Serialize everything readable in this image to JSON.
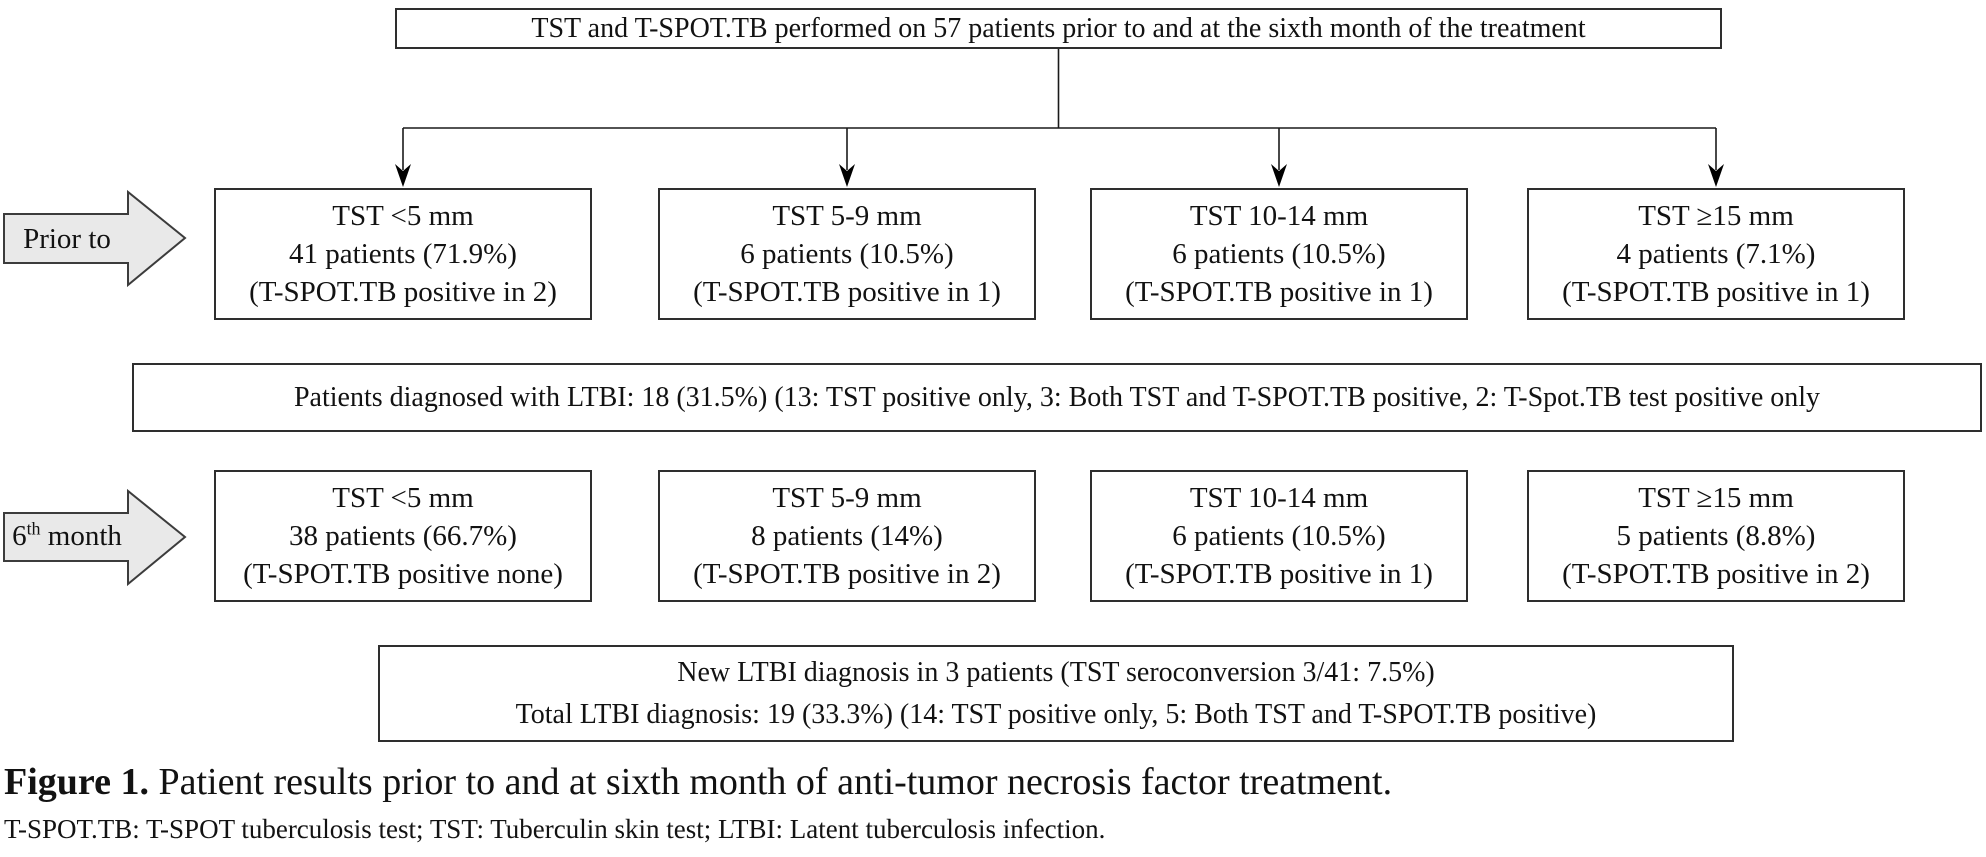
{
  "figure": {
    "top_box": "TST and T-SPOT.TB performed on 57 patients prior to and at the sixth month of the treatment",
    "side_arrows": {
      "prior": {
        "label": "Prior to"
      },
      "sixth": {
        "prefix": "6",
        "sup": "th",
        "rest": " month"
      }
    },
    "prior_row": {
      "boxes": [
        {
          "l1": "TST <5 mm",
          "l2": "41 patients (71.9%)",
          "l3": "(T-SPOT.TB positive in 2)"
        },
        {
          "l1": "TST 5-9 mm",
          "l2": "6 patients (10.5%)",
          "l3": "(T-SPOT.TB positive in 1)"
        },
        {
          "l1": "TST 10-14 mm",
          "l2": "6 patients (10.5%)",
          "l3": "(T-SPOT.TB positive in 1)"
        },
        {
          "l1": "TST ≥15 mm",
          "l2": "4 patients (7.1%)",
          "l3": "(T-SPOT.TB positive in 1)"
        }
      ]
    },
    "ltbi_bar": "Patients diagnosed with LTBI: 18 (31.5%) (13: TST positive only, 3: Both TST and T-SPOT.TB positive, 2: T-Spot.TB test positive only",
    "sixth_row": {
      "boxes": [
        {
          "l1": "TST <5 mm",
          "l2": "38 patients (66.7%)",
          "l3": "(T-SPOT.TB positive none)"
        },
        {
          "l1": "TST 5-9 mm",
          "l2": "8 patients (14%)",
          "l3": "(T-SPOT.TB positive in 2)"
        },
        {
          "l1": "TST 10-14 mm",
          "l2": "6 patients (10.5%)",
          "l3": "(T-SPOT.TB positive in 1)"
        },
        {
          "l1": "TST ≥15 mm",
          "l2": "5 patients (8.8%)",
          "l3": "(T-SPOT.TB positive in 2)"
        }
      ]
    },
    "summary_box": {
      "line1": "New LTBI diagnosis in 3 patients (TST seroconversion 3/41: 7.5%)",
      "line2": "Total LTBI diagnosis: 19 (33.3%) (14: TST positive only, 5: Both TST and T-SPOT.TB positive)"
    },
    "caption": {
      "label": "Figure 1.",
      "text": " Patient results prior to and at sixth month of anti-tumor necrosis factor treatment."
    },
    "footnote": "T-SPOT.TB: T-SPOT tuberculosis test; TST: Tuberculin skin test; LTBI: Latent tuberculosis infection.",
    "colors": {
      "box_border": "#2e2e2e",
      "connector_line": "#1a1a1a",
      "arrowhead_fill": "#000000",
      "block_arrow_fill": "#e9e9e9",
      "block_arrow_border": "#3c3c3c"
    }
  }
}
